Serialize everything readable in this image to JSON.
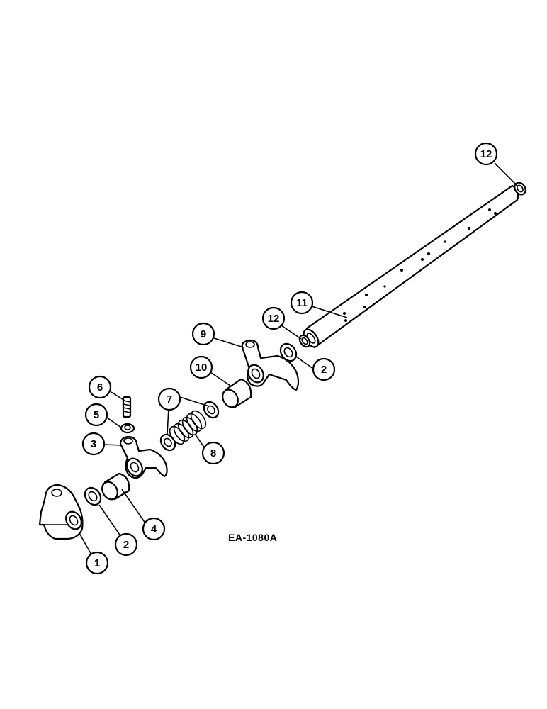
{
  "figure": {
    "code": "EA-1080A"
  },
  "callouts": [
    {
      "id": "c1",
      "label": "1"
    },
    {
      "id": "c2a",
      "label": "2"
    },
    {
      "id": "c2b",
      "label": "2"
    },
    {
      "id": "c3",
      "label": "3"
    },
    {
      "id": "c4",
      "label": "4"
    },
    {
      "id": "c5",
      "label": "5"
    },
    {
      "id": "c6",
      "label": "6"
    },
    {
      "id": "c7",
      "label": "7"
    },
    {
      "id": "c8",
      "label": "8"
    },
    {
      "id": "c9",
      "label": "9"
    },
    {
      "id": "c10",
      "label": "10"
    },
    {
      "id": "c11",
      "label": "11"
    },
    {
      "id": "c12a",
      "label": "12"
    },
    {
      "id": "c12b",
      "label": "12"
    }
  ]
}
